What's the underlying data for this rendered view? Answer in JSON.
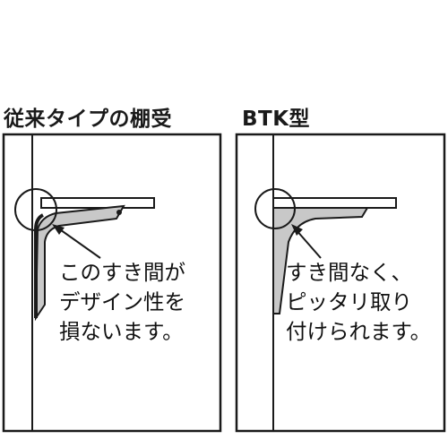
{
  "left_panel": {
    "title": "従来タイプの棚受",
    "caption_lines": [
      "このすき間が",
      "デザイン性を",
      "損ないます。"
    ]
  },
  "right_panel": {
    "title": "BTK型",
    "caption_lines": [
      "すき間なく、",
      "ピッタリ取り",
      "付けられます。"
    ]
  },
  "colors": {
    "outline": "#1a1a1a",
    "bracket_fill": "#c8c8c8",
    "background": "#ffffff"
  }
}
